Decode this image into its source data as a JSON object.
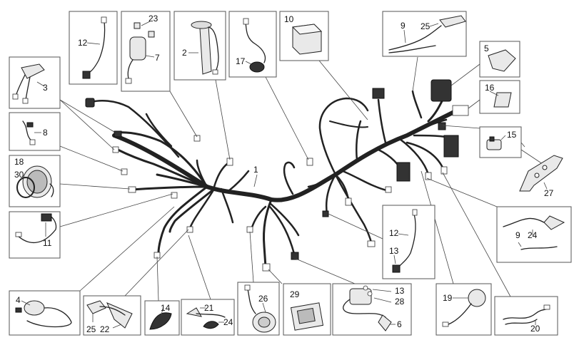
{
  "callouts": {
    "n1": "1",
    "n2": "2",
    "n3": "3",
    "n4": "4",
    "n5": "5",
    "n6": "6",
    "n7": "7",
    "n8": "8",
    "n9a": "9",
    "n9b": "9",
    "n10": "10",
    "n11": "11",
    "n12a": "12",
    "n12b": "12",
    "n13a": "13",
    "n13b": "13",
    "n14": "14",
    "n15": "15",
    "n16": "16",
    "n17": "17",
    "n18": "18",
    "n19": "19",
    "n20": "20",
    "n21": "21",
    "n22": "22",
    "n23": "23",
    "n24a": "24",
    "n24b": "24",
    "n25a": "25",
    "n25b": "25",
    "n26": "26",
    "n27": "27",
    "n28": "28",
    "n29": "29",
    "n30": "30"
  },
  "colors": {
    "line": "#222222",
    "frame": "#555555",
    "fill": "#e9e9e9",
    "background": "#ffffff"
  }
}
